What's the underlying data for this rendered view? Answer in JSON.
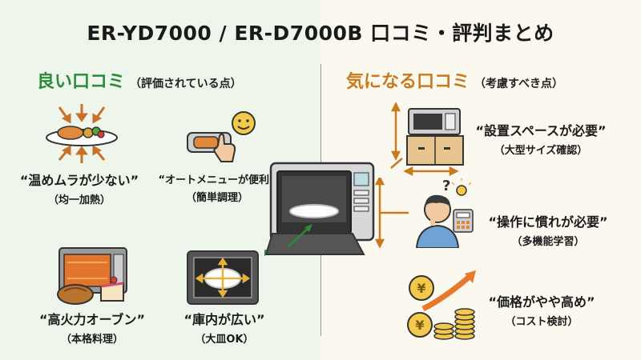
{
  "title": "ER-YD7000 / ER-D7000B 口コミ・評判まとめ",
  "good": {
    "heading": "良い口コミ",
    "subheading": "（評価されている点）",
    "items": [
      {
        "quote": "“温めムラが少ない”",
        "sub": "（均一加熱）"
      },
      {
        "quote": "“オートメニューが便利”",
        "sub": "（簡単調理）"
      },
      {
        "quote": "“高火力オーブン”",
        "sub": "（本格料理）"
      },
      {
        "quote": "“庫内が広い”",
        "sub": "（大皿OK）"
      }
    ]
  },
  "bad": {
    "heading": "気になる口コミ",
    "subheading": "（考慮すべき点）",
    "items": [
      {
        "quote": "“設置スペースが必要”",
        "sub": "（大型サイズ確認）"
      },
      {
        "quote": "“操作に慣れが必要”",
        "sub": "（多機能学習）"
      },
      {
        "quote": "“価格がやや高め”",
        "sub": "（コスト検討）"
      }
    ]
  },
  "colors": {
    "good": "#2c8a3a",
    "bad": "#c77a1e",
    "left_bg": "#eef5ea",
    "right_bg": "#fbf8ef"
  },
  "icons": {
    "coin_symbol": "¥",
    "question_mark": "?"
  }
}
